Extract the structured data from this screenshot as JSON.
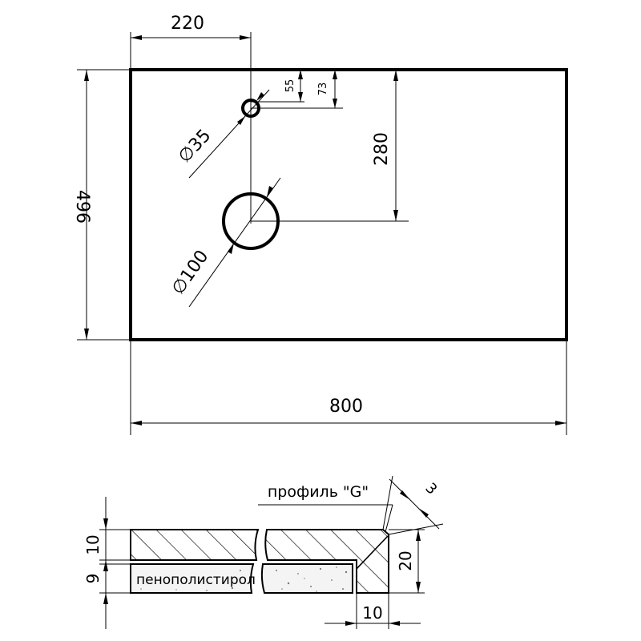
{
  "plan": {
    "overall_width": "800",
    "overall_depth": "496",
    "hole_offset_left": "220",
    "small_hole_diameter": "∅35",
    "large_hole_diameter": "∅100",
    "offset_55": "55",
    "offset_73": "73",
    "offset_280": "280"
  },
  "section": {
    "profile_label": "профиль \"G\"",
    "chamfer": "3",
    "top_layer": "10",
    "core_layer": "9",
    "edge_height": "20",
    "edge_width": "10",
    "core_material": "пенополистирол"
  }
}
